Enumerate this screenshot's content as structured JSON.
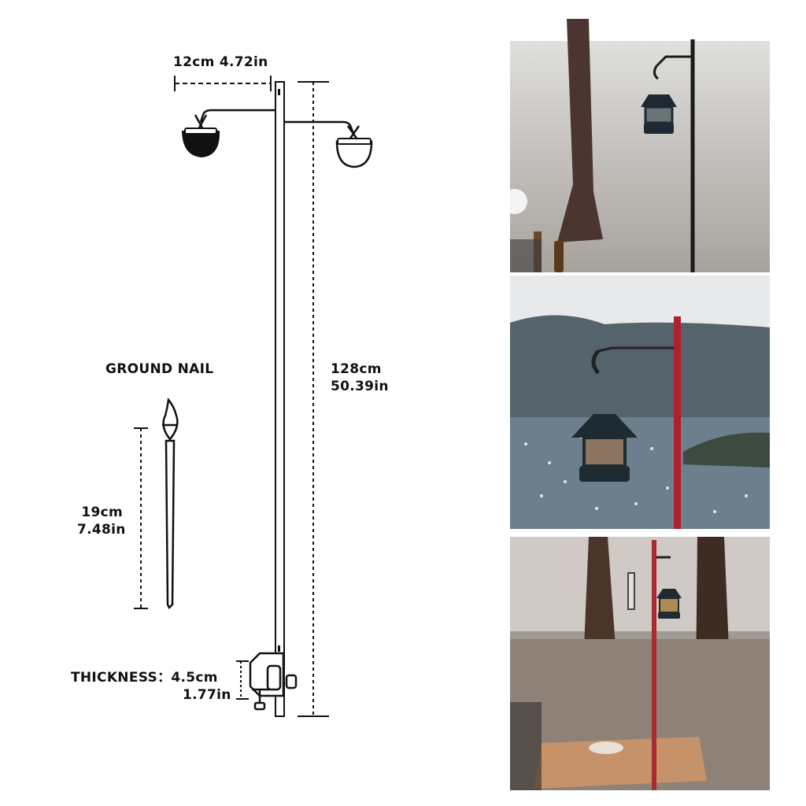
{
  "dimensions": {
    "arm_length": {
      "cm": "12cm",
      "in": "4.72in"
    },
    "pole_height": {
      "cm": "128cm",
      "in": "50.39in"
    },
    "nail_length": {
      "cm": "19cm",
      "in": "7.48in"
    },
    "thickness": {
      "label": "THICKNESS：",
      "cm": "4.5cm",
      "in": "1.77in"
    }
  },
  "ground_nail_label": "GROUND NAIL",
  "photos": [
    {
      "scene": "forest-gravel",
      "pole_color": "#1a1a1a"
    },
    {
      "scene": "lakeside",
      "pole_color": "#b0202a"
    },
    {
      "scene": "forest-table",
      "pole_color": "#a92a30"
    }
  ],
  "colors": {
    "line": "#111111",
    "red_pole": "#b0202a"
  }
}
